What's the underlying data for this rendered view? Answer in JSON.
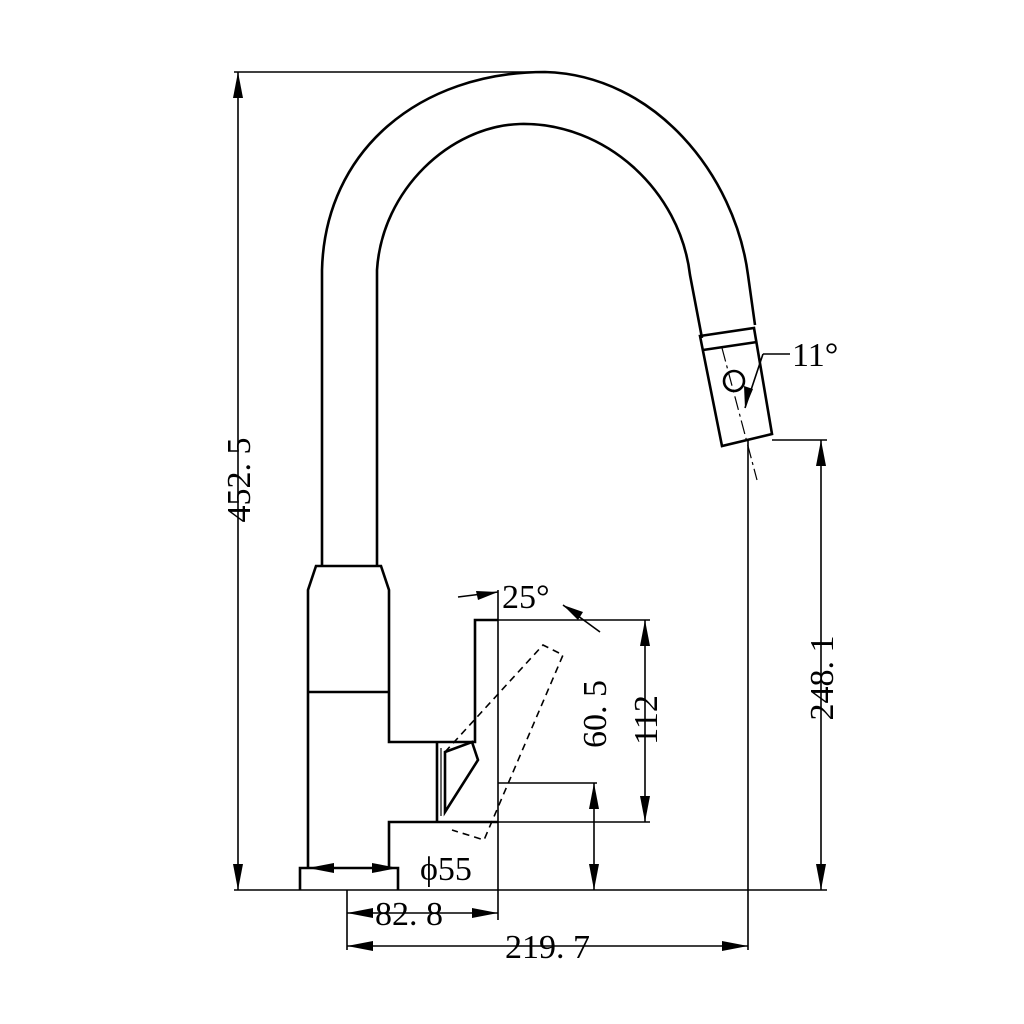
{
  "diagram": {
    "dimensions": {
      "total_height": "452. 5",
      "spout_height": "248. 1",
      "handle_height": "112",
      "handle_offset": "60. 5",
      "base_diameter": "ϕ55",
      "handle_reach": "82. 8",
      "spout_reach": "219. 7",
      "handle_angle": "25°",
      "head_angle": "11°"
    }
  }
}
